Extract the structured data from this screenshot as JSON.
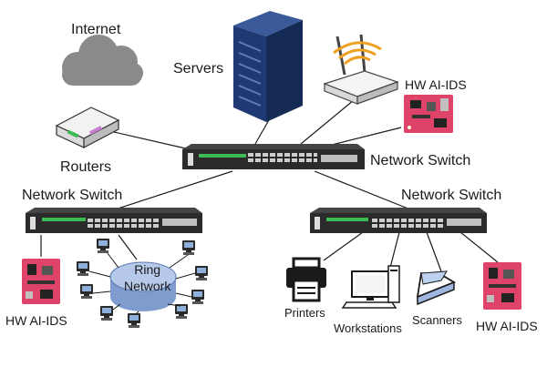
{
  "labels": {
    "internet": "Internet",
    "servers": "Servers",
    "hw_ai_ids_top": "HW AI-IDS",
    "routers": "Routers",
    "network_switch_main": "Network Switch",
    "network_switch_left": "Network Switch",
    "network_switch_right": "Network Switch",
    "ring_network": "Ring\nNetwork",
    "hw_ai_ids_left": "HW AI-IDS",
    "printers": "Printers",
    "workstations": "Workstations",
    "scanners": "Scanners",
    "hw_ai_ids_right": "HW AI-IDS"
  },
  "colors": {
    "cloud": "#8a8a8a",
    "server": "#1f3a73",
    "switch": "#2b2b2b",
    "board": "#e0436a",
    "ring": "#9fb6df",
    "line": "#1a1a1a",
    "wifi": "#f0a020"
  },
  "icons": [
    "cloud-icon",
    "server-icon",
    "wifi-router-icon",
    "router-icon",
    "switch-icon",
    "board-icon",
    "computer-icon",
    "printer-icon",
    "workstation-icon",
    "scanner-icon"
  ]
}
